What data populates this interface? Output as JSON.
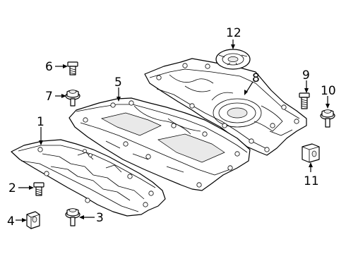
{
  "callouts": [
    {
      "id": "1",
      "label": "1",
      "part": "front-underbody-shield"
    },
    {
      "id": "2",
      "label": "2",
      "part": "bolt"
    },
    {
      "id": "3",
      "label": "3",
      "part": "flange-screw"
    },
    {
      "id": "4",
      "label": "4",
      "part": "clip-nut"
    },
    {
      "id": "5",
      "label": "5",
      "part": "center-underbody-shield"
    },
    {
      "id": "6",
      "label": "6",
      "part": "bolt"
    },
    {
      "id": "7",
      "label": "7",
      "part": "flange-screw"
    },
    {
      "id": "8",
      "label": "8",
      "part": "rear-underbody-shield"
    },
    {
      "id": "9",
      "label": "9",
      "part": "bolt"
    },
    {
      "id": "10",
      "label": "10",
      "part": "flange-screw"
    },
    {
      "id": "11",
      "label": "11",
      "part": "clip-nut"
    },
    {
      "id": "12",
      "label": "12",
      "part": "access-cover"
    }
  ],
  "colors": {
    "line": "#000000",
    "background": "#ffffff",
    "shade": "#e9e9e9"
  }
}
